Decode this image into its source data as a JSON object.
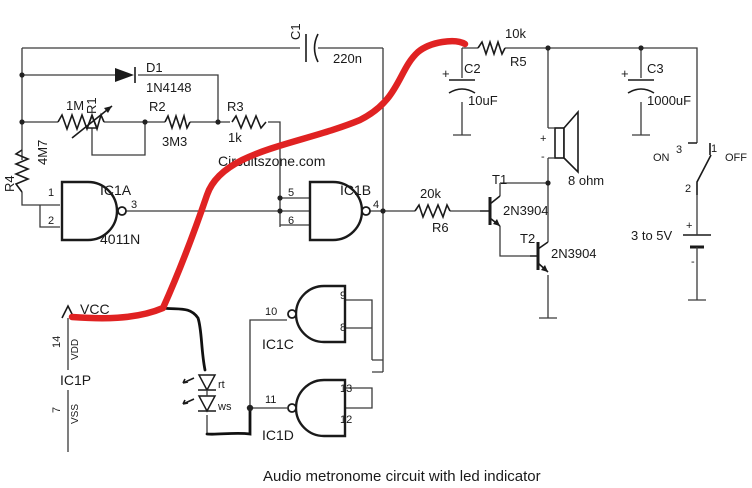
{
  "caption": "Audio metronome circuit with led indicator",
  "watermark": "Circuitszone.com",
  "colors": {
    "highlight_wire": "#e02222",
    "led_wire": "#111111",
    "wire": "#3a3a3a"
  },
  "components": {
    "c1": {
      "ref": "C1",
      "value": "220n"
    },
    "c2": {
      "ref": "C2",
      "value": "10uF"
    },
    "c3": {
      "ref": "C3",
      "value": "1000uF"
    },
    "r5": {
      "ref": "R5",
      "value": "10k"
    },
    "r6": {
      "ref": "R6",
      "value": "20k"
    },
    "d1": {
      "ref": "D1",
      "value": "1N4148"
    },
    "r1": {
      "ref": "R1",
      "value": "1M"
    },
    "r2": {
      "ref": "R2",
      "value": "3M3"
    },
    "r3": {
      "ref": "R3",
      "value": "1k"
    },
    "r4": {
      "ref": "R4",
      "value": "4M7"
    },
    "ic1a": {
      "ref": "IC1A",
      "part": "4011N",
      "pins": [
        "1",
        "2",
        "3"
      ]
    },
    "ic1b": {
      "ref": "IC1B",
      "pins": [
        "5",
        "6",
        "4"
      ]
    },
    "ic1c": {
      "ref": "IC1C",
      "pins": [
        "9",
        "8",
        "10"
      ]
    },
    "ic1d": {
      "ref": "IC1D",
      "pins": [
        "13",
        "12",
        "11"
      ]
    },
    "ic1p": {
      "ref": "IC1P",
      "pin_vdd": "14",
      "vdd": "VDD",
      "pin_vss": "7",
      "vss": "VSS"
    },
    "t1": {
      "ref": "T1",
      "part": "2N3904"
    },
    "t2": {
      "ref": "T2",
      "part": "2N3904"
    },
    "speaker": {
      "value": "8 ohm"
    },
    "switch": {
      "on": "ON",
      "off": "OFF",
      "pin_top": "3",
      "pin_right": "1",
      "pin_bottom": "2"
    },
    "battery": {
      "value": "3 to 5V"
    },
    "led_rt": {
      "label": "rt"
    },
    "led_ws": {
      "label": "ws"
    },
    "vcc": {
      "label": "VCC"
    }
  },
  "symbols": {
    "plus": "+",
    "minus": "-"
  }
}
